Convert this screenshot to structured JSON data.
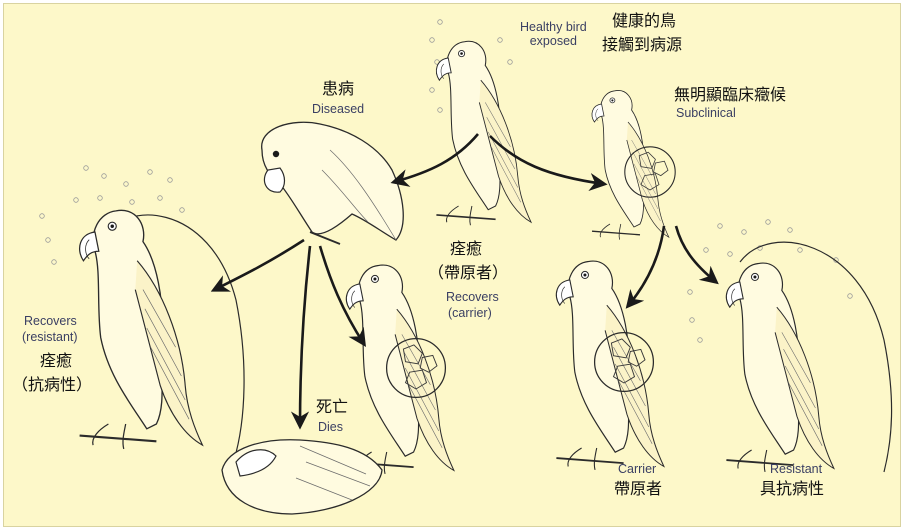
{
  "colors": {
    "background": "#fdf8c9",
    "ink": "#2b2b2b",
    "arrow": "#1a1a1a"
  },
  "nodes": {
    "healthy": {
      "en": "Healthy bird\nexposed",
      "zh_line1": "健康的鳥",
      "zh_line2": "接觸到病源"
    },
    "subclinical": {
      "zh": "無明顯臨床癥候",
      "en": "Subclinical"
    },
    "diseased": {
      "zh": "患病",
      "en": "Diseased"
    },
    "recovers_carrier": {
      "zh_line1": "痊癒",
      "zh_line2": "（帶原者）",
      "en_line1": "Recovers",
      "en_line2": "(carrier)"
    },
    "recovers_resistant": {
      "en_line1": "Recovers",
      "en_line2": "(resistant)",
      "zh_line1": "痊癒",
      "zh_line2": "（抗病性）"
    },
    "dies": {
      "zh": "死亡",
      "en": "Dies"
    },
    "carrier": {
      "en": "Carrier",
      "zh": "帶原者"
    },
    "resistant": {
      "en": "Resistant",
      "zh": "具抗病性"
    }
  },
  "edges": [
    {
      "from": "healthy",
      "to": "diseased"
    },
    {
      "from": "healthy",
      "to": "subclinical"
    },
    {
      "from": "diseased",
      "to": "recovers_resistant"
    },
    {
      "from": "diseased",
      "to": "dies"
    },
    {
      "from": "diseased",
      "to": "recovers_carrier"
    },
    {
      "from": "subclinical",
      "to": "carrier"
    },
    {
      "from": "subclinical",
      "to": "resistant"
    }
  ]
}
